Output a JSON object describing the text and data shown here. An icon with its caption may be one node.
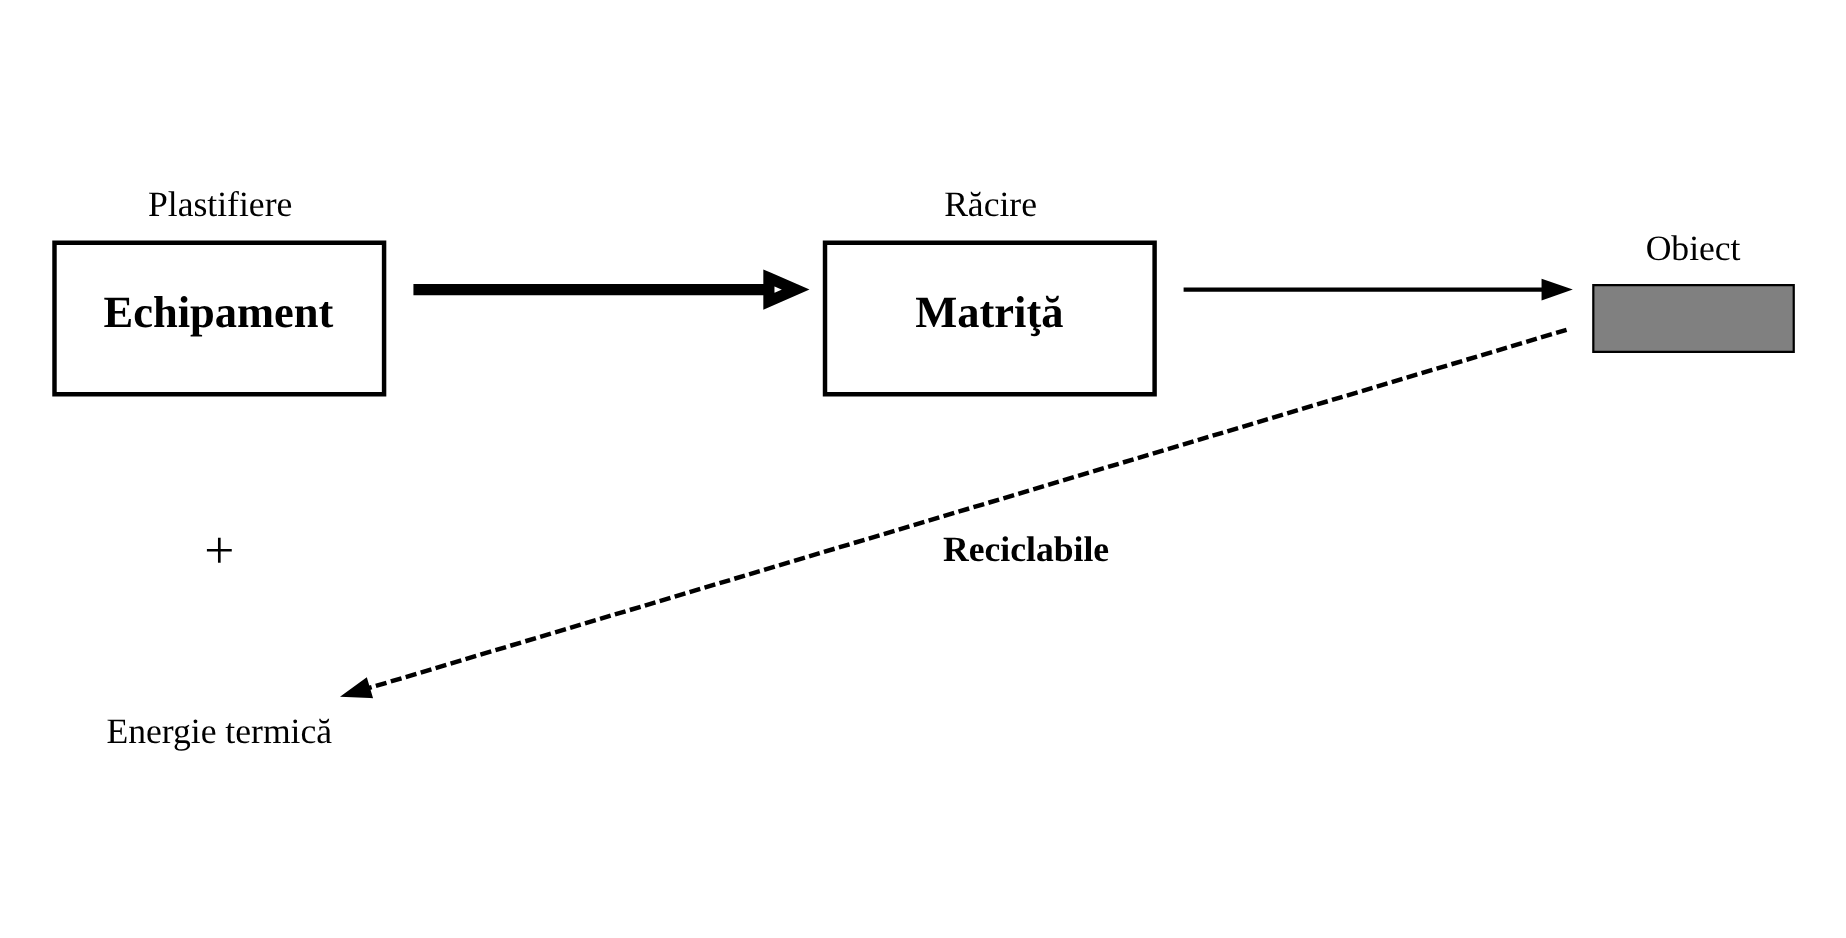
{
  "diagram": {
    "nodes": [
      {
        "text": [
          "Plastifiere",
          "Echipament"
        ]
      },
      {
        "text": [
          "Răcire",
          "Matriţă"
        ]
      },
      {
        "text": [
          "Obiect"
        ]
      },
      {
        "text": [
          "Energie termică"
        ]
      }
    ],
    "edges": [
      {
        "from": 0,
        "to": 1,
        "arrow": "to",
        "style": "thick"
      },
      {
        "from": 1,
        "to": 2,
        "arrow": "to"
      },
      {
        "from": 2,
        "to": 3,
        "arrow": "to",
        "style": "dashed",
        "label": "Reciclabile"
      }
    ],
    "labels": [
      "+"
    ]
  }
}
